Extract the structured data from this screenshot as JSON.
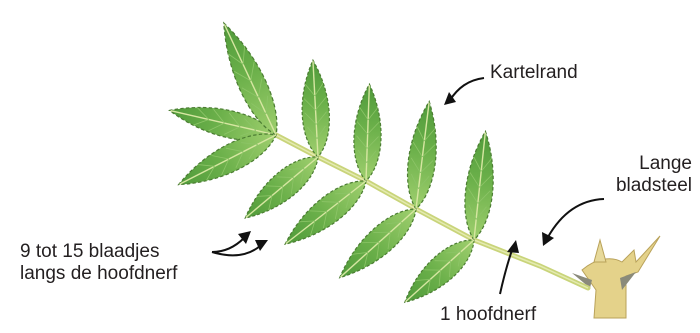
{
  "annotations": {
    "kartelrand": "Kartelrand",
    "lange_line1": "Lange",
    "lange_line2": "bladsteel",
    "count_line1": "9 tot 15 blaadjes",
    "count_line2": "langs de hoofdnerf",
    "hoofdnerf": "1 hoofdnerf"
  },
  "colors": {
    "leaf_fill": "#6bb04a",
    "leaf_light": "#9fcf6e",
    "leaf_edge": "#4c7d33",
    "midrib": "#c8d889",
    "rachis": "#c9d47a",
    "stem_base": "#e4d28a",
    "text": "#231f20"
  },
  "icons": {
    "leaf_illustration": "ash-leaf-illustration",
    "arrow": "curved-arrow-icon"
  }
}
